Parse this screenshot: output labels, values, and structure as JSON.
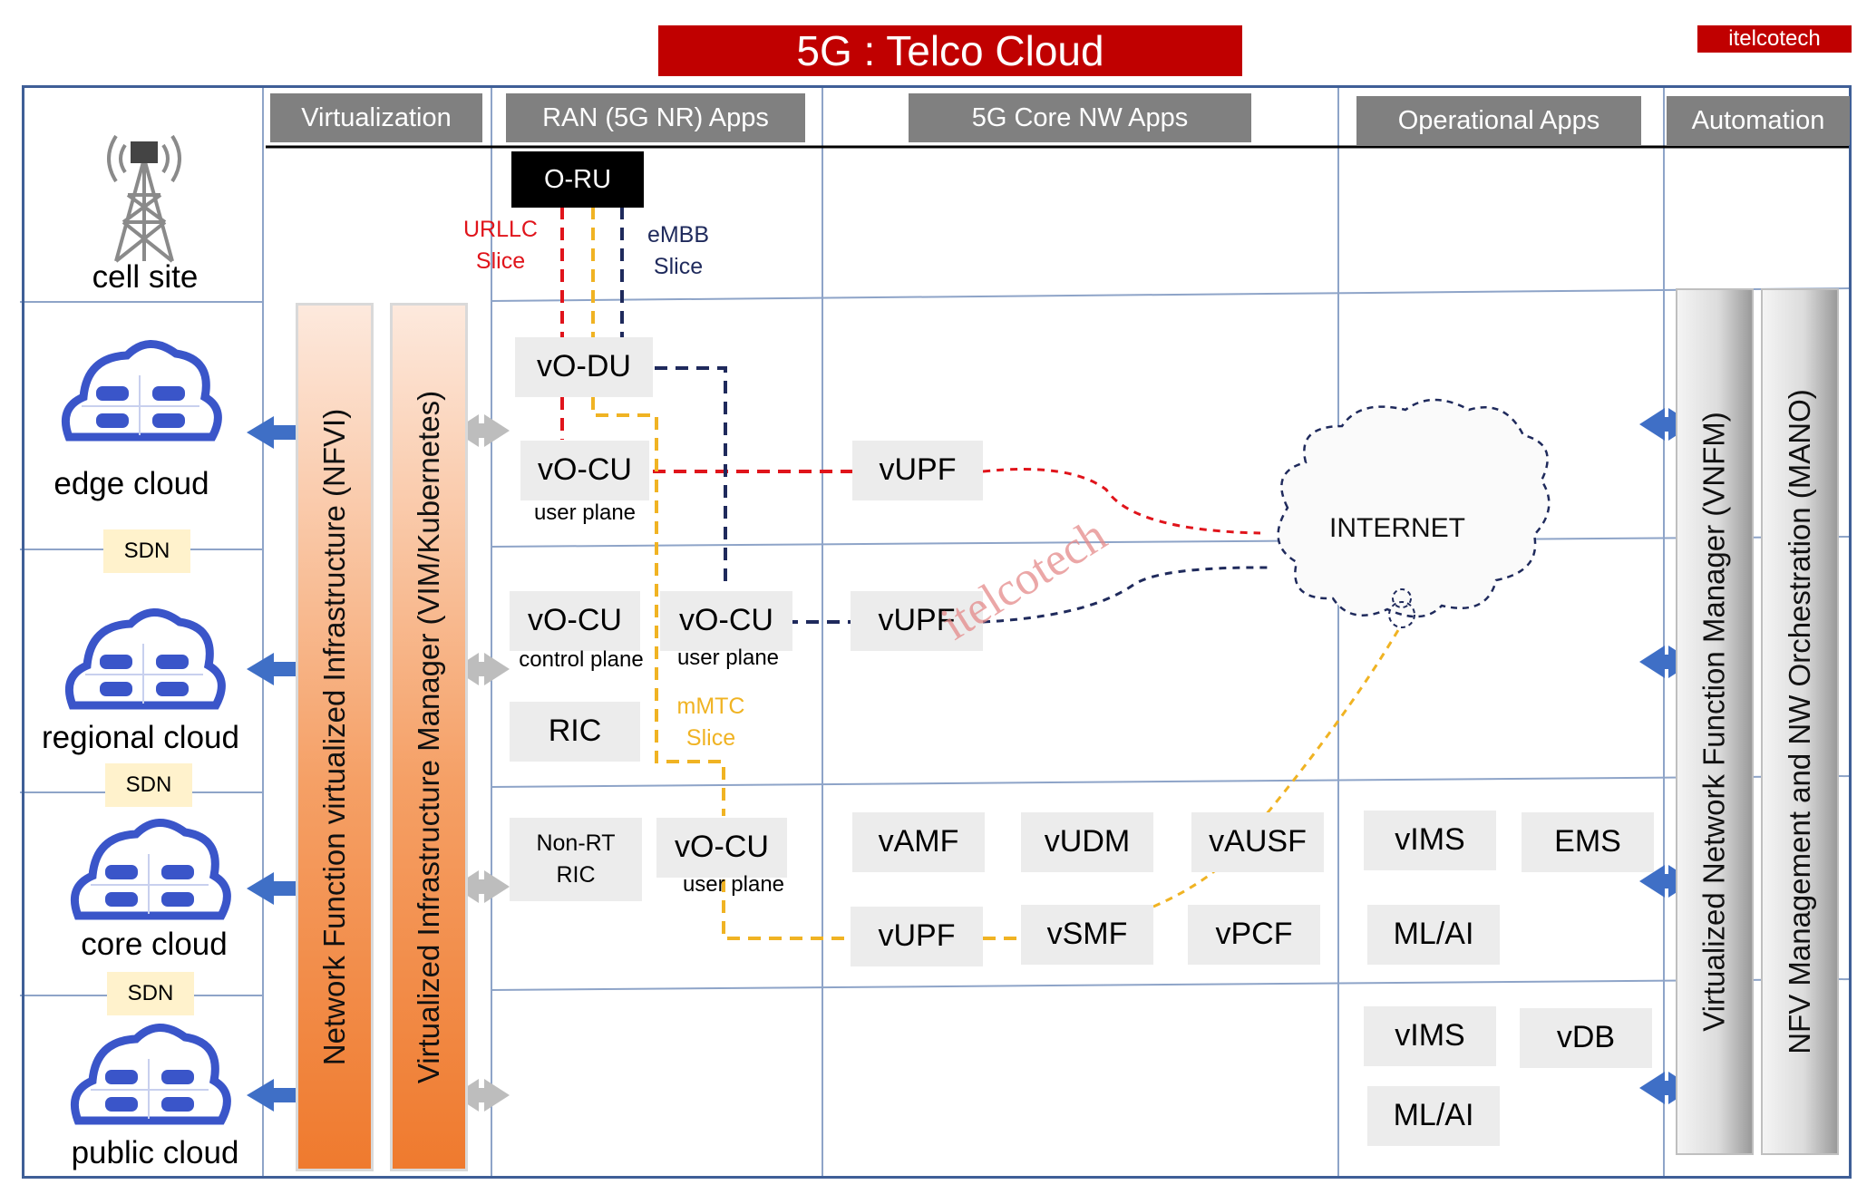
{
  "title": "5G : Telco Cloud",
  "brand": "itelcotech",
  "watermark": "itelcotech",
  "headers": {
    "virtualization": "Virtualization",
    "ran": "RAN (5G NR) Apps",
    "core": "5G Core NW Apps",
    "ops": "Operational Apps",
    "automation": "Automation"
  },
  "sites": {
    "cell": "cell site",
    "edge": "edge cloud",
    "regional": "regional cloud",
    "core": "core cloud",
    "public": "public cloud"
  },
  "sdn": {
    "label": "SDN"
  },
  "bars": {
    "nfvi": "Network Function virtualized Infrastructure (NFVI)",
    "vim": "Virtualized Infrastructure Manager (VIM/Kubernetes)",
    "vnfm": "Virtualized Network Function Manager (VNFM)",
    "mano": "NFV Management and NW Orchestration (MANO)"
  },
  "nodes": {
    "oru": "O-RU",
    "vodu": "vO-DU",
    "vocu_edge": {
      "name": "vO-CU",
      "sub": "user plane"
    },
    "vocu_cp": {
      "name": "vO-CU",
      "sub": "control plane"
    },
    "vocu_reg_up": {
      "name": "vO-CU",
      "sub": "user plane"
    },
    "ric": "RIC",
    "nonrt_ric": {
      "line1": "Non-RT",
      "line2": "RIC"
    },
    "vocu_core_up": {
      "name": "vO-CU",
      "sub": "user plane"
    },
    "vupf_edge": "vUPF",
    "vupf_regional": "vUPF",
    "vupf_core": "vUPF",
    "vamf": "vAMF",
    "vudm": "vUDM",
    "vausf": "vAUSF",
    "vsmf": "vSMF",
    "vpcf": "vPCF",
    "vims_core": "vIMS",
    "ems": "EMS",
    "mlai_core": "ML/AI",
    "vims_public": "vIMS",
    "vdb": "vDB",
    "mlai_public": "ML/AI"
  },
  "slices": {
    "urllc": {
      "line1": "URLLC",
      "line2": "Slice",
      "color": "#e0141b"
    },
    "embb": {
      "line1": "eMBB",
      "line2": "Slice",
      "color": "#1f2a5c"
    },
    "mmtc": {
      "line1": "mMTC",
      "line2": "Slice",
      "color": "#f0b323"
    }
  },
  "internet": "INTERNET",
  "colors": {
    "title_bg": "#c00000",
    "frame": "#3f5f97",
    "header_bg": "#808080",
    "cloud_icon": "#3a55c9",
    "arrow_blue": "#3f6fc6",
    "arrow_grey": "#bdbdbd",
    "nfvi_orange": "#ef7a2e"
  }
}
